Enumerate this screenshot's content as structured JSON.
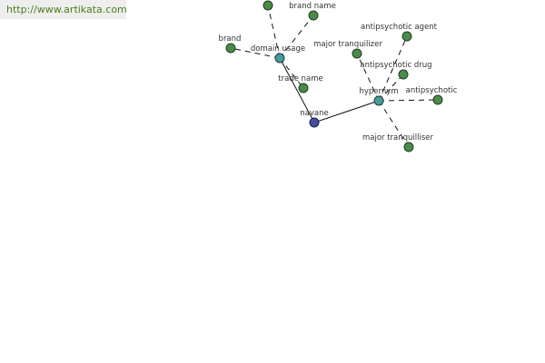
{
  "header": {
    "url": "http://www.artikata.com"
  },
  "colors": {
    "leaf_node": "#4c8a4c",
    "relation_node": "#4b9a9a",
    "root_node": "#3f4f9a",
    "url_text": "#4a7f1e"
  },
  "graph": {
    "nodes": [
      {
        "id": "navane",
        "label": "navane",
        "kind": "root"
      },
      {
        "id": "domain-usage",
        "label": "domain usage",
        "kind": "relation"
      },
      {
        "id": "hypernym",
        "label": "hypernym",
        "kind": "relation"
      },
      {
        "id": "top",
        "label": "",
        "kind": "leaf"
      },
      {
        "id": "brand-name",
        "label": "brand name",
        "kind": "leaf"
      },
      {
        "id": "brand",
        "label": "brand",
        "kind": "leaf"
      },
      {
        "id": "trade-name",
        "label": "trade name",
        "kind": "leaf"
      },
      {
        "id": "antipsychotic-agent",
        "label": "antipsychotic agent",
        "kind": "leaf"
      },
      {
        "id": "major-tranquilizer",
        "label": "major tranquilizer",
        "kind": "leaf"
      },
      {
        "id": "antipsychotic-drug",
        "label": "antipsychotic drug",
        "kind": "leaf"
      },
      {
        "id": "antipsychotic",
        "label": "antipsychotic",
        "kind": "leaf"
      },
      {
        "id": "major-tranquilliser",
        "label": "major tranquilliser",
        "kind": "leaf"
      }
    ],
    "edges": [
      {
        "from": "navane",
        "to": "domain-usage",
        "style": "solid"
      },
      {
        "from": "navane",
        "to": "hypernym",
        "style": "solid"
      },
      {
        "from": "domain-usage",
        "to": "top",
        "style": "dashed"
      },
      {
        "from": "domain-usage",
        "to": "brand-name",
        "style": "dashed"
      },
      {
        "from": "domain-usage",
        "to": "brand",
        "style": "dashed"
      },
      {
        "from": "domain-usage",
        "to": "trade-name",
        "style": "dashed"
      },
      {
        "from": "hypernym",
        "to": "antipsychotic-agent",
        "style": "dashed"
      },
      {
        "from": "hypernym",
        "to": "major-tranquilizer",
        "style": "dashed"
      },
      {
        "from": "hypernym",
        "to": "antipsychotic-drug",
        "style": "dashed"
      },
      {
        "from": "hypernym",
        "to": "antipsychotic",
        "style": "dashed"
      },
      {
        "from": "hypernym",
        "to": "major-tranquilliser",
        "style": "dashed"
      }
    ]
  }
}
